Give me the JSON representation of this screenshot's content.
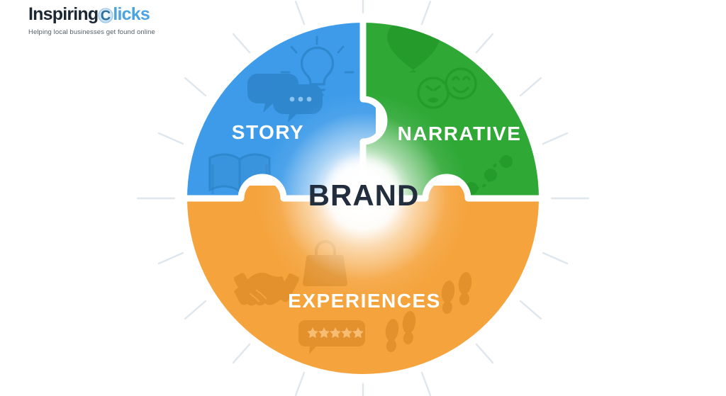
{
  "logo": {
    "word_first": "Inspiring",
    "word_second": "licks",
    "mark_letter": "C",
    "mark_name": "c-click-circle-icon",
    "tagline": "Helping local businesses get found online",
    "color_dark": "#1b2733",
    "color_accent": "#4aa3e3"
  },
  "diagram": {
    "type": "three-piece-puzzle-circle",
    "center_label": "BRAND",
    "center_label_color": "#222d3d",
    "background": "#ffffff",
    "ray_color": "#dfe6ec",
    "segments": [
      {
        "id": "story",
        "label": "STORY",
        "color": "#3d9be9",
        "icon_color": "#2f86cd",
        "position": "top-left",
        "icons": [
          {
            "name": "lightbulb-icon",
            "label": "Lightbulb"
          },
          {
            "name": "speech-bubbles-icon",
            "label": "Speech bubbles"
          },
          {
            "name": "open-book-icon",
            "label": "Open book"
          }
        ]
      },
      {
        "id": "narrative",
        "label": "NARRATIVE",
        "color": "#2fa836",
        "icon_color": "#259b2c",
        "position": "top-right",
        "icons": [
          {
            "name": "heart-icon",
            "label": "Heart"
          },
          {
            "name": "sad-face-icon",
            "label": "Sad face"
          },
          {
            "name": "happy-face-icon",
            "label": "Happy face"
          },
          {
            "name": "journey-path-icon",
            "label": "Dotted journey path"
          }
        ]
      },
      {
        "id": "experiences",
        "label": "EXPERIENCES",
        "color": "#f5a33c",
        "icon_color": "#e2912c",
        "position": "bottom",
        "icons": [
          {
            "name": "handshake-icon",
            "label": "Handshake"
          },
          {
            "name": "shopping-bag-icon",
            "label": "Shopping bag"
          },
          {
            "name": "star-rating-bubble-icon",
            "label": "Five star review bubble"
          },
          {
            "name": "footprints-icon",
            "label": "Footprints"
          }
        ]
      }
    ],
    "star_rating": {
      "count": 5,
      "filled": 5
    },
    "journey_path_dots": 4
  }
}
